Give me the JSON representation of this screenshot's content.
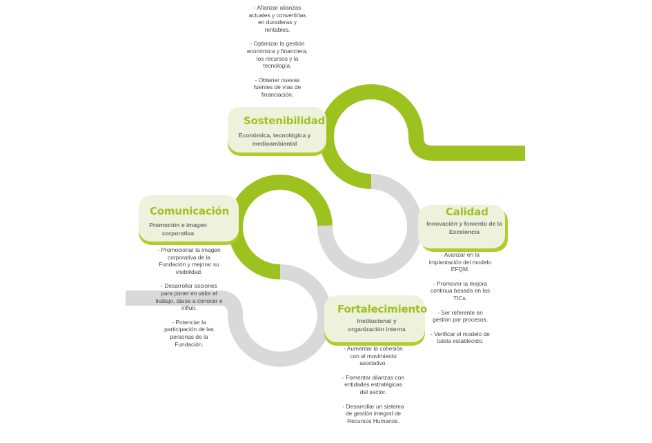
{
  "pillars": [
    {
      "id": "sostenibilidad",
      "title": "Sostenibilidad",
      "subtitle": "Económica, tecnológica y medioambiental",
      "items": [
        "- Afianzar alianzas actuales y convertirlas en duraderas y rentables.",
        "- Optimizar la gestión económica y financiera, los recursos y la tecnología.",
        "- Obtener nuevas fuentes de vías de financiación."
      ]
    },
    {
      "id": "comunicacion",
      "title": "Comunicación",
      "subtitle": "Promoción e imagen corporativa",
      "items": [
        "- Promocionar la imagen corporativa de la Fundación y  mejorar su visibilidad.",
        "- Desarrollar acciones para poner en valor el trabajo, darse a conocer e influir.",
        "- Potenciar la participación de las personas de la Fundación."
      ]
    },
    {
      "id": "calidad",
      "title": "Calidad",
      "subtitle": "Innovación y fomento de la Excelencia",
      "items": [
        "- Avanzar en la implantación del modelo EFQM.",
        "- Promover la mejora continua basada en las TICs.",
        "- Ser referente en gestión por procesos.",
        "- Verificar el modelo de tutela establecido."
      ]
    },
    {
      "id": "fortalecimiento",
      "title": "Fortalecimiento",
      "subtitle": "Institucional y organización interna",
      "items": [
        "- Aumentar la cohesión con el movimiento asociativo.",
        "- Fomentar alianzas con entidades estratégicas del sector.",
        "- Desarrollar un sistema de gestión integral de Recursos Humanos."
      ]
    }
  ],
  "colors": {
    "green": "#9dc21f",
    "gray": "#d9d9d9",
    "pill": "#eef1dc"
  }
}
